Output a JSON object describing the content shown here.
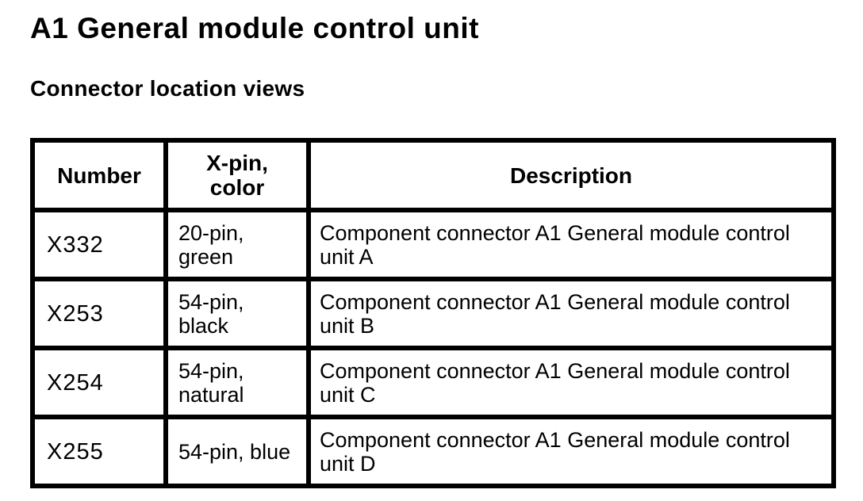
{
  "page": {
    "title": "A1 General module control unit",
    "subtitle": "Connector location views"
  },
  "colors": {
    "text": "#000000",
    "background": "#ffffff",
    "table_border": "#000000"
  },
  "table": {
    "headers": {
      "number": "Number",
      "pin": "X-pin,\ncolor",
      "description": "Description"
    },
    "rows": [
      {
        "number": "X332",
        "pin": "20-pin,\ngreen",
        "description": "Component connector A1 General module control\nunit A"
      },
      {
        "number": "X253",
        "pin": "54-pin,\nblack",
        "description": "Component connector A1 General module control\nunit B"
      },
      {
        "number": "X254",
        "pin": "54-pin,\nnatural",
        "description": "Component connector A1 General module control\nunit C"
      },
      {
        "number": "X255",
        "pin": "54-pin, blue",
        "description": "Component connector A1 General module control\nunit D"
      }
    ]
  }
}
